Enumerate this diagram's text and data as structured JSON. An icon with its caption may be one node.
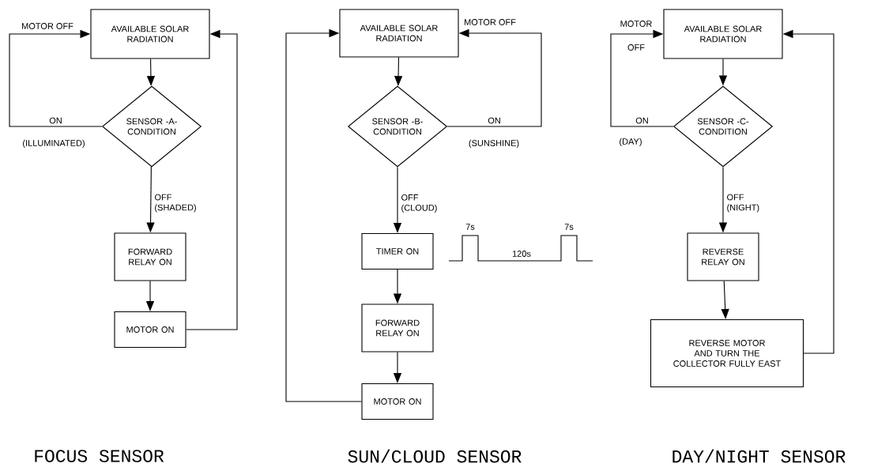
{
  "diagram": {
    "nodes": [
      {
        "text": [
          "AVAILABLE SOLAR RADIATION"
        ]
      },
      {
        "text": [
          "SENSOR -A- CONDITION"
        ]
      },
      {
        "text": [
          "FORWARD RELAY ON"
        ]
      },
      {
        "text": [
          "MOTOR ON"
        ]
      },
      {
        "text": [
          "AVAILABLE SOLAR RADIATION"
        ]
      },
      {
        "text": [
          "SENSOR -B- CONDITION"
        ]
      },
      {
        "text": [
          "TIMER ON"
        ]
      },
      {
        "text": [
          "FORWARD RELAY ON"
        ]
      },
      {
        "text": [
          "MOTOR ON"
        ]
      },
      {
        "text": [
          "AVAILABLE SOLAR RADIATION"
        ]
      },
      {
        "text": [
          "SENSOR -C- CONDITION"
        ]
      },
      {
        "text": [
          "REVERSE RELAY ON"
        ]
      },
      {
        "text": [
          "REVERSE MOTOR AND TURN THE COLLECTOR FULLY EAST"
        ]
      }
    ],
    "edges": [
      {
        "from": 0,
        "to": 1,
        "arrow": "to"
      },
      {
        "from": 1,
        "to": 0,
        "arrow": "to",
        "label": "ON"
      },
      {
        "from": 1,
        "to": 2,
        "arrow": "to",
        "label": "OFF (SHADED)"
      },
      {
        "from": 2,
        "to": 3,
        "arrow": "to"
      },
      {
        "from": 3,
        "to": 0,
        "arrow": "to"
      },
      {
        "from": 4,
        "to": 5,
        "arrow": "to"
      },
      {
        "from": 5,
        "to": 4,
        "arrow": "to",
        "label": "ON"
      },
      {
        "from": 5,
        "to": 6,
        "arrow": "to",
        "label": "OFF (CLOUD)"
      },
      {
        "from": 6,
        "to": 7,
        "arrow": "to"
      },
      {
        "from": 7,
        "to": 8,
        "arrow": "to"
      },
      {
        "from": 8,
        "to": 4,
        "arrow": "to"
      },
      {
        "from": 9,
        "to": 10,
        "arrow": "to"
      },
      {
        "from": 10,
        "to": 9,
        "arrow": "to",
        "label": "ON"
      },
      {
        "from": 10,
        "to": 11,
        "arrow": "to",
        "label": "OFF (NIGHT)"
      },
      {
        "from": 11,
        "to": 12,
        "arrow": "to"
      },
      {
        "from": 12,
        "to": 9,
        "arrow": "to"
      }
    ],
    "labels": [
      "MOTOR OFF",
      "(ILLUMINATED)",
      "MOTOR OFF",
      "(SUNSHINE)",
      "7s",
      "120s",
      "7s",
      "MOTOR",
      "OFF",
      "(DAY)",
      "FOCUS SENSOR",
      "SUN/CLOUD SENSOR",
      "DAY/NIGHT SENSOR"
    ]
  }
}
